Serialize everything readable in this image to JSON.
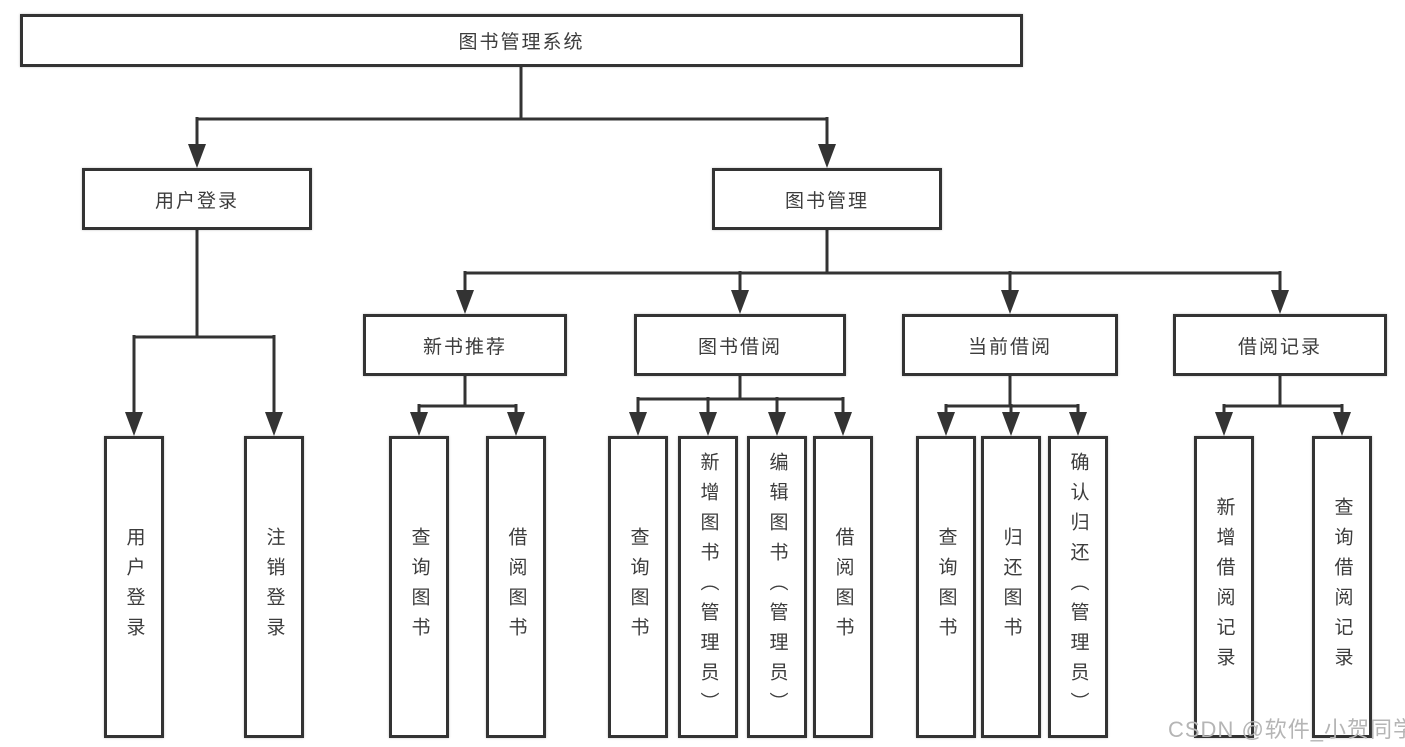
{
  "diagram": {
    "root": {
      "label": "图书管理系统"
    },
    "branches": [
      {
        "label": "用户登录",
        "children": [
          {
            "label": "用户登录"
          },
          {
            "label": "注销登录"
          }
        ]
      },
      {
        "label": "图书管理",
        "groups": [
          {
            "label": "新书推荐",
            "children": [
              {
                "label": "查询图书"
              },
              {
                "label": "借阅图书"
              }
            ]
          },
          {
            "label": "图书借阅",
            "children": [
              {
                "label": "查询图书"
              },
              {
                "label": "新增图书（管理员）"
              },
              {
                "label": "编辑图书（管理员）"
              },
              {
                "label": "借阅图书"
              }
            ]
          },
          {
            "label": "当前借阅",
            "children": [
              {
                "label": "查询图书"
              },
              {
                "label": "归还图书"
              },
              {
                "label": "确认归还（管理员）"
              }
            ]
          },
          {
            "label": "借阅记录",
            "children": [
              {
                "label": "新增借阅记录"
              },
              {
                "label": "查询借阅记录"
              }
            ]
          }
        ]
      }
    ]
  },
  "watermark": {
    "text": "CSDN @软件_小贺同学"
  },
  "colors": {
    "line": "#333333",
    "text": "#3c3c3c",
    "box_fill": "#ffffff",
    "background": "#ffffff",
    "watermark": "#b5b5b5"
  }
}
